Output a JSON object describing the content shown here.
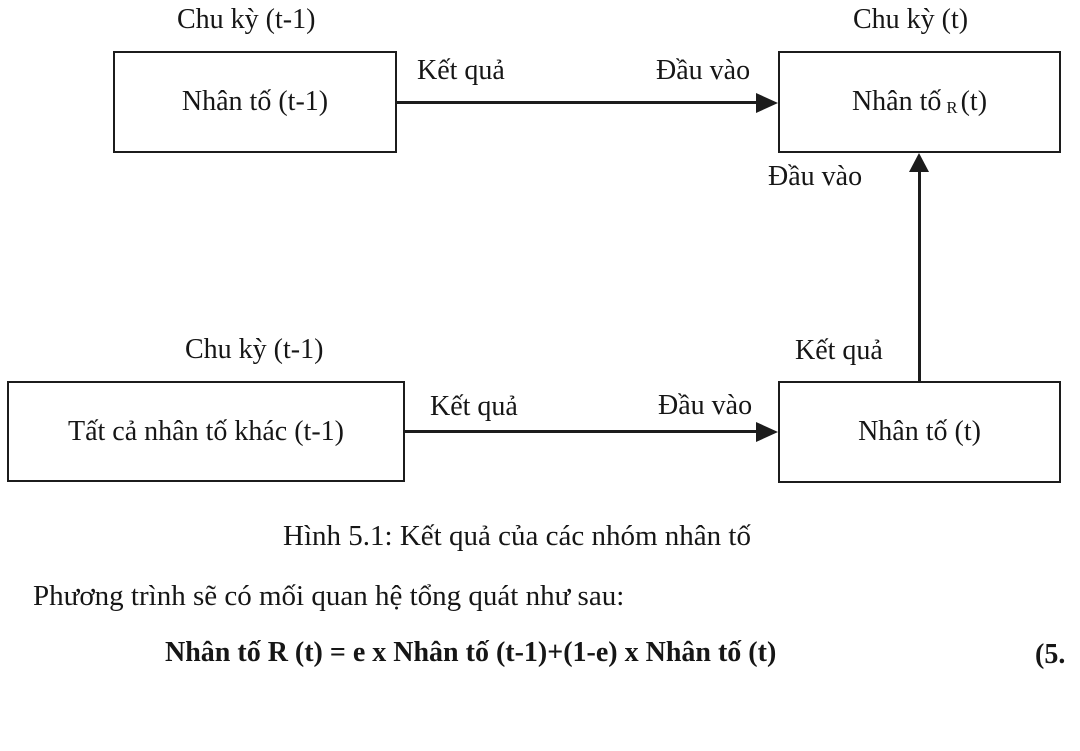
{
  "diagram": {
    "row1": {
      "cycle_label_left": "Chu kỳ (t-1)",
      "cycle_label_right": "Chu kỳ (t)",
      "box_left_label": "Nhân tố (t-1)",
      "box_right_label": {
        "main": "Nhân tố",
        "sub": "R",
        "suffix": "(t)"
      },
      "arrow_start_label": "Kết quả",
      "arrow_end_label": "Đầu vào"
    },
    "middle": {
      "input_label": "Đầu vào",
      "result_label": "Kết quả"
    },
    "row2": {
      "cycle_label_left": "Chu kỳ (t-1)",
      "box_left_label": "Tất cả nhân tố khác (t-1)",
      "box_right_label": "Nhân tố (t)",
      "arrow_start_label": "Kết quả",
      "arrow_end_label": "Đầu vào"
    },
    "caption": "Hình 5.1: Kết quả của các nhóm nhân tố"
  },
  "text": {
    "paragraph": "Phương trình sẽ có mối quan hệ tổng quát như sau:",
    "formula": "Nhân tố R (t) = e x Nhân tố (t-1)+(1-e) x Nhân tố (t)",
    "equation_number": "(5."
  },
  "colors": {
    "ink": "#161616",
    "background": "#ffffff"
  }
}
